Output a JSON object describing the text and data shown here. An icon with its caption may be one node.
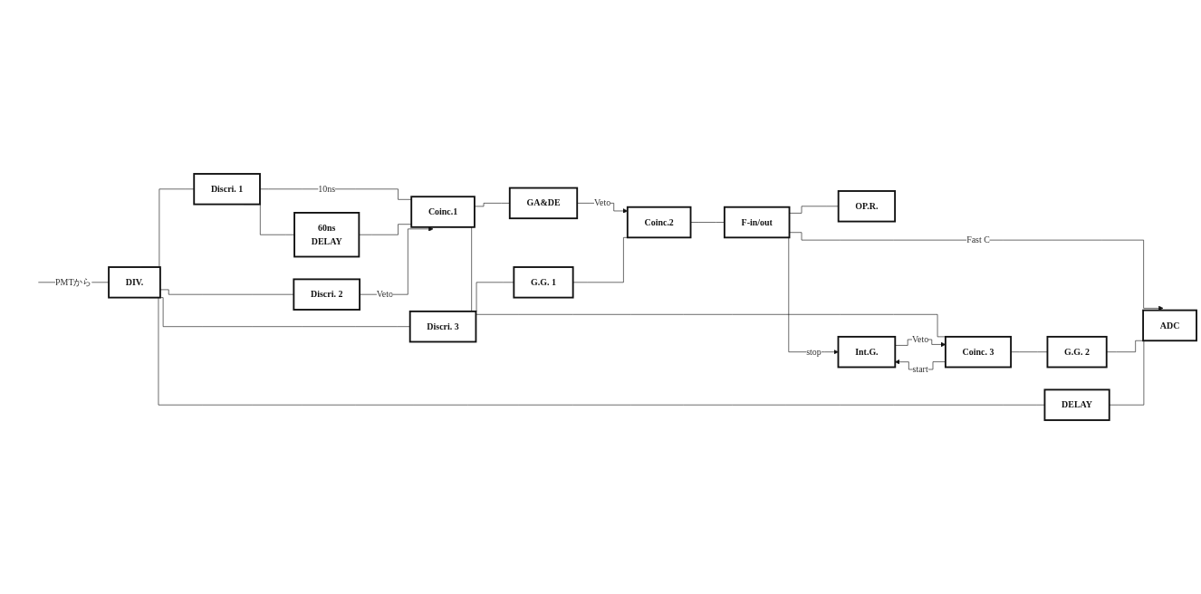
{
  "diagram": {
    "nodes": [
      {
        "text": [
          "DIV."
        ]
      },
      {
        "text": [
          "Discri. 1"
        ]
      },
      {
        "text": [
          "60ns",
          "DELAY"
        ]
      },
      {
        "text": [
          "Coinc.1"
        ]
      },
      {
        "text": [
          "Discri. 2"
        ]
      },
      {
        "text": [
          "GA&DE"
        ]
      },
      {
        "text": [
          "Discri. 3"
        ]
      },
      {
        "text": [
          "G.G. 1"
        ]
      },
      {
        "text": [
          "Coinc.2"
        ]
      },
      {
        "text": [
          "F-in/out"
        ]
      },
      {
        "text": [
          "OP.R."
        ]
      },
      {
        "text": [
          "Int.G."
        ]
      },
      {
        "text": [
          "Coinc. 3"
        ]
      },
      {
        "text": [
          "G.G. 2"
        ]
      },
      {
        "text": [
          "DELAY"
        ]
      },
      {
        "text": [
          "ADC"
        ]
      }
    ],
    "edges": [
      {
        "from": null,
        "to": 0,
        "arrow": "none",
        "label": "PMTから"
      },
      {
        "from": 0,
        "to": 1,
        "arrow": "none"
      },
      {
        "from": 0,
        "to": 4,
        "arrow": "none"
      },
      {
        "from": 0,
        "to": 6,
        "arrow": "none"
      },
      {
        "from": 0,
        "to": 14,
        "arrow": "none"
      },
      {
        "from": 1,
        "to": 3,
        "arrow": "none",
        "label": "10ns"
      },
      {
        "from": 1,
        "to": 2,
        "arrow": "none"
      },
      {
        "from": 2,
        "to": 3,
        "arrow": "none"
      },
      {
        "from": 4,
        "to": 3,
        "arrow": "to",
        "label": "Veto"
      },
      {
        "from": 3,
        "to": 5,
        "arrow": "none"
      },
      {
        "from": 3,
        "to": 12,
        "arrow": "none"
      },
      {
        "from": 5,
        "to": 8,
        "arrow": "to",
        "label": "Veto"
      },
      {
        "from": 6,
        "to": 7,
        "arrow": "none"
      },
      {
        "from": 7,
        "to": 8,
        "arrow": "none"
      },
      {
        "from": 8,
        "to": 9,
        "arrow": "none"
      },
      {
        "from": 9,
        "to": 10,
        "arrow": "none"
      },
      {
        "from": 9,
        "to": 11,
        "arrow": "to",
        "label": "stop"
      },
      {
        "from": 9,
        "to": 15,
        "arrow": "to",
        "label": "Fast C"
      },
      {
        "from": 11,
        "to": 12,
        "arrow": "to",
        "label": "Veto"
      },
      {
        "from": 12,
        "to": 11,
        "arrow": "to",
        "label": "start"
      },
      {
        "from": 12,
        "to": 13,
        "arrow": "none"
      },
      {
        "from": 13,
        "to": 15,
        "arrow": "none"
      },
      {
        "from": 14,
        "to": 15,
        "arrow": "none"
      }
    ]
  }
}
